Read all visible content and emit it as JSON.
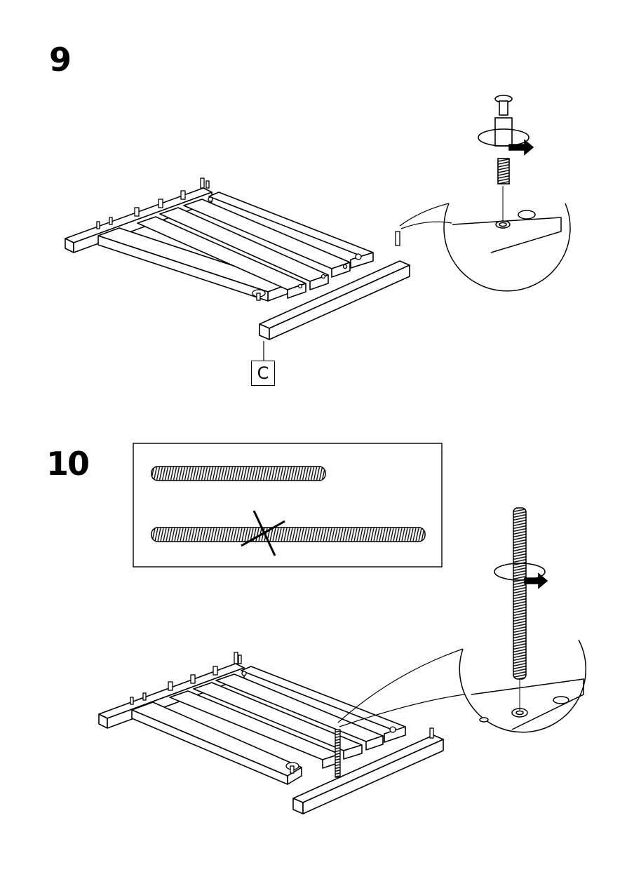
{
  "steps": [
    {
      "number": "9",
      "part_label": "C"
    },
    {
      "number": "10"
    }
  ],
  "icons": [
    "cam-lock-bolt-icon",
    "threaded-rod-icon",
    "rotation-arrow-icon",
    "do-not-cross-icon"
  ]
}
